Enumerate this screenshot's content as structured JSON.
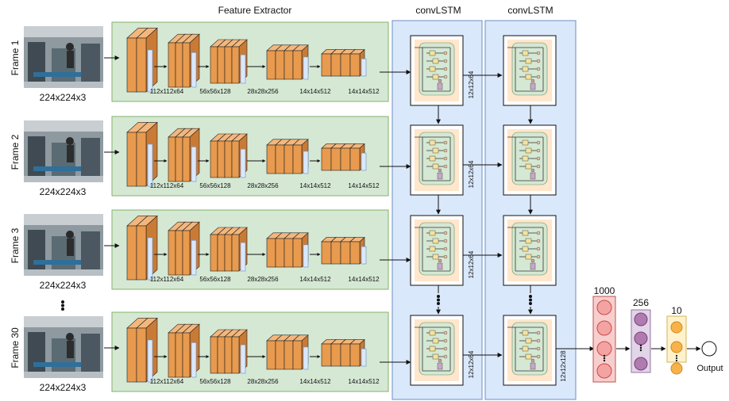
{
  "titles": {
    "feature_extractor": "Feature Extractor",
    "convlstm_1": "convLSTM",
    "convlstm_2": "convLSTM"
  },
  "frames": [
    {
      "label": "Frame 1",
      "input_size": "224x224x3",
      "lstm_out_1": "12x12x64",
      "lstm_out_2": ""
    },
    {
      "label": "Frame 2",
      "input_size": "224x224x3",
      "lstm_out_1": "12x12x64",
      "lstm_out_2": ""
    },
    {
      "label": "Frame 3",
      "input_size": "224x224x3",
      "lstm_out_1": "12x12x64",
      "lstm_out_2": ""
    },
    {
      "label": "Frame 30",
      "input_size": "224x224x3",
      "lstm_out_1": "12x12x64",
      "lstm_out_2": "12x12x128"
    }
  ],
  "layer_sizes": [
    "112x112x64",
    "56x56x128",
    "28x28x256",
    "14x14x512",
    "14x14x512"
  ],
  "dense": {
    "layers": [
      {
        "units": "1000",
        "color": "#f4a3a3",
        "stroke": "#c94a4a"
      },
      {
        "units": "256",
        "color": "#b07cb0",
        "stroke": "#7a3f7a"
      },
      {
        "units": "10",
        "color": "#f7b24a",
        "stroke": "#d08a1c"
      }
    ],
    "output_label": "Output"
  },
  "colors": {
    "feature_bg": "#d5e8d4",
    "feature_border": "#82b366",
    "lstm_bg": "#dae8fc",
    "lstm_border": "#6c8ebf",
    "conv_fill": "#e89a4e",
    "conv_stroke": "#222222",
    "pool_fill": "#dae8fc",
    "cell_outer": "#ffe6cc",
    "cell_inner": "#d5e8d4"
  }
}
